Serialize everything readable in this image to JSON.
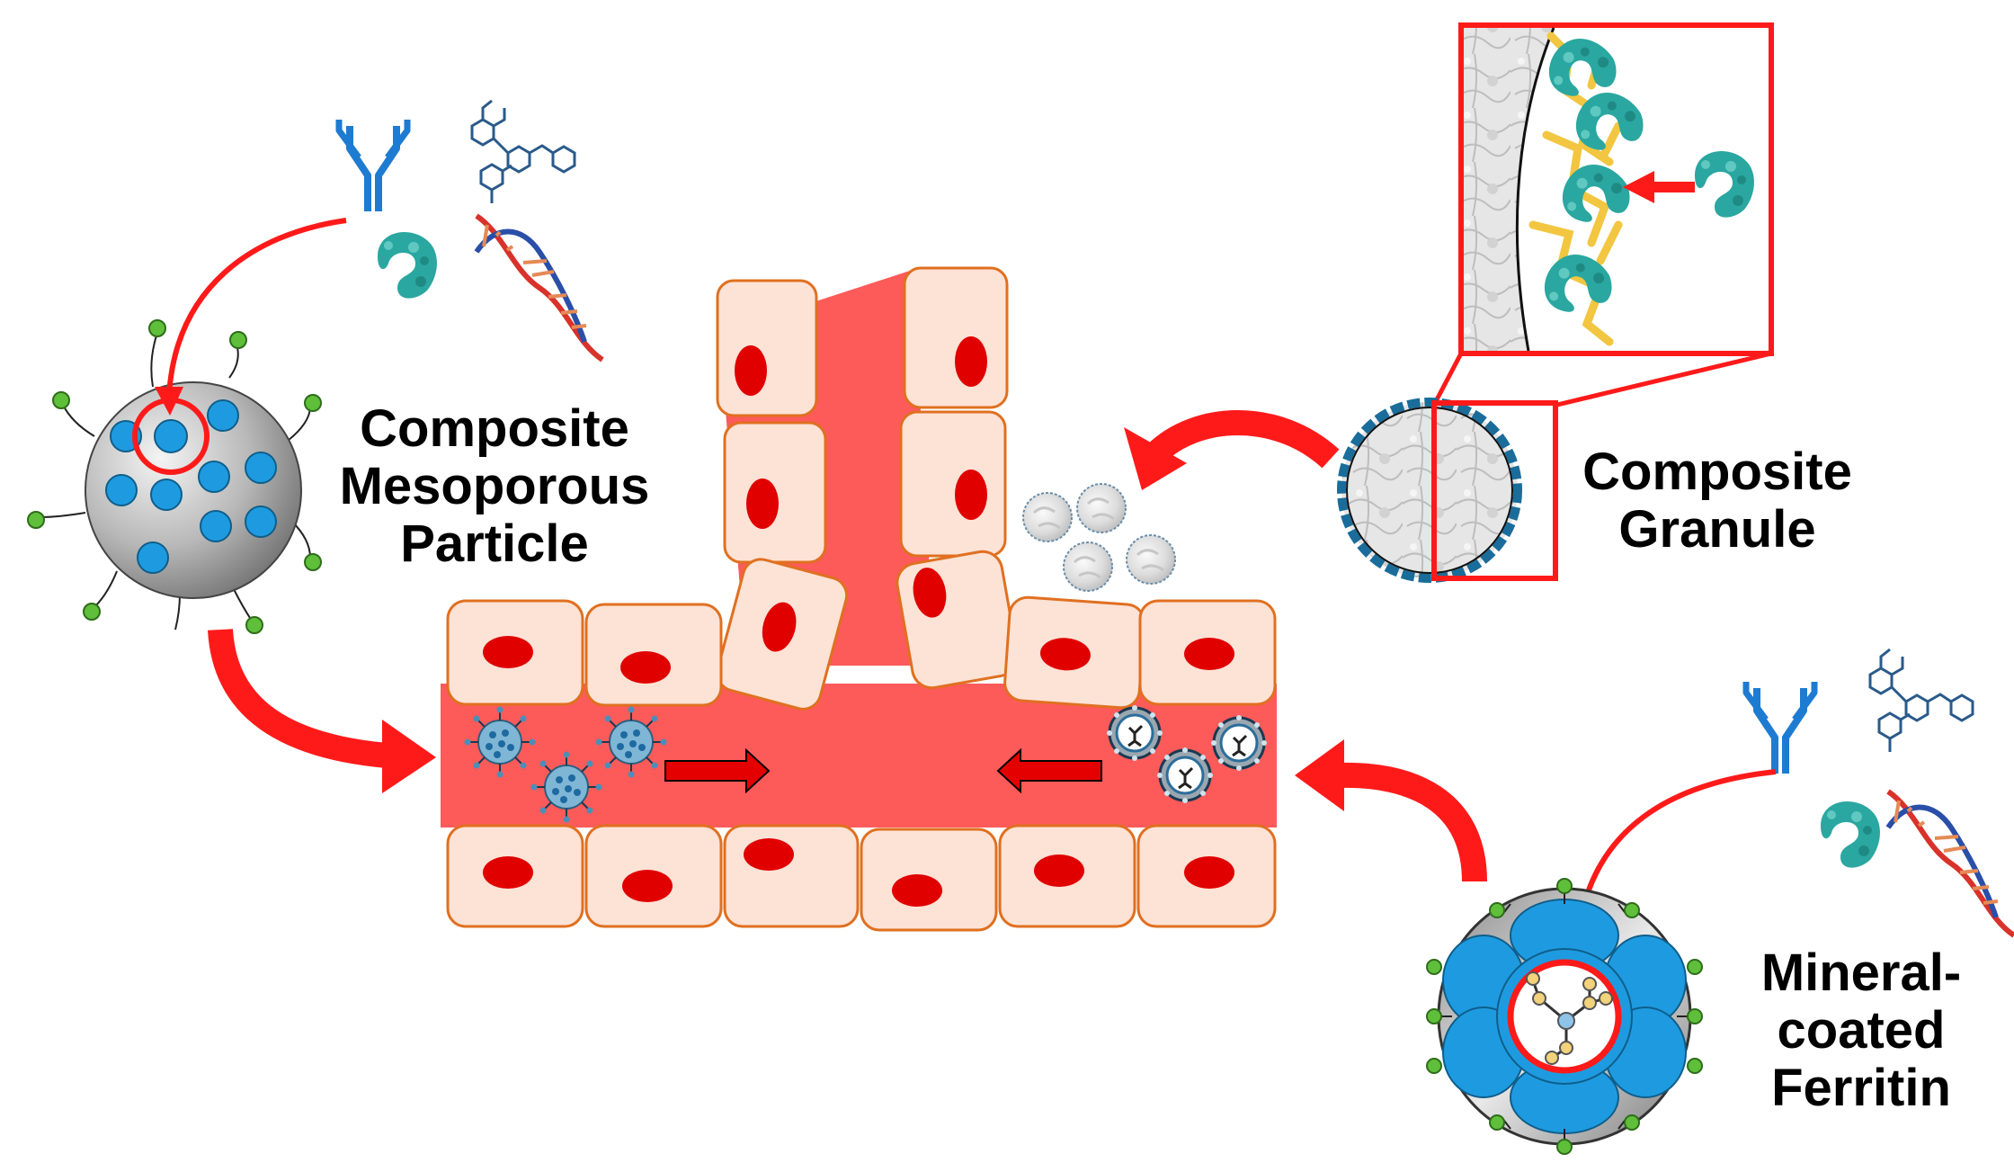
{
  "labels": {
    "mesoporous": [
      "Composite",
      "Mesoporous",
      "Particle"
    ],
    "granule": [
      "Composite",
      "Granule"
    ],
    "ferritin": [
      "Mineral-",
      "coated",
      "Ferritin"
    ]
  },
  "colors": {
    "arrow_red": "#ff1a1a",
    "tissue_red": "#fd5a5a",
    "cell_fill": "#fde2d6",
    "cell_border": "#e07020",
    "nucleus": "#e00000",
    "pore_blue": "#1e9be0",
    "ligand_green": "#5fbf3a",
    "teal_protein": "#2aa7a0",
    "antibody_blue": "#1e7bd2",
    "molecule_blue": "#2a5a8a",
    "dna_blue": "#2a4fa8",
    "dna_red": "#d8322a",
    "gold_fiber": "#f2c640",
    "shell_blue": "#1a6c9a"
  },
  "icons": [
    "antibody-icon",
    "small-molecule-icon",
    "protein-icon",
    "dna-icon"
  ]
}
